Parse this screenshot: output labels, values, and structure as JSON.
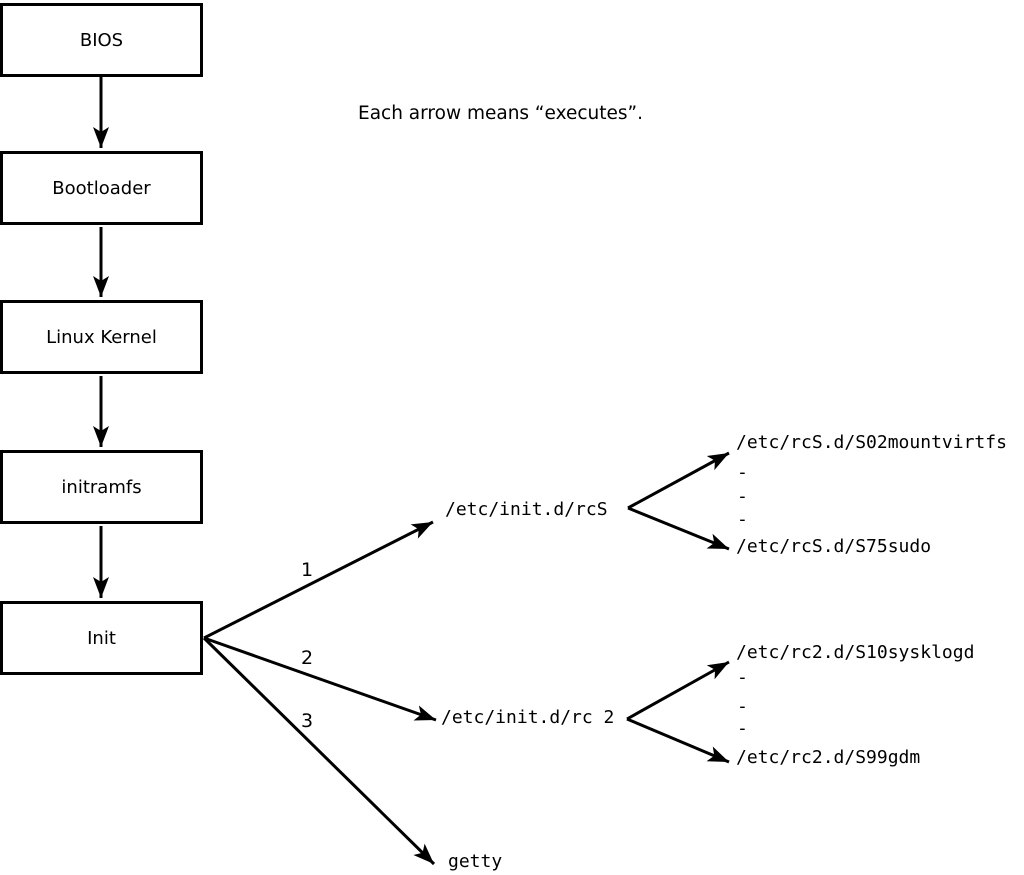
{
  "annotation": {
    "text": "Each arrow means “executes”."
  },
  "boot_chain": [
    {
      "label": "BIOS"
    },
    {
      "label": "Bootloader"
    },
    {
      "label": "Linux Kernel"
    },
    {
      "label": "initramfs"
    },
    {
      "label": "Init"
    }
  ],
  "edges": {
    "arrow1_label": "1",
    "arrow2_label": "2",
    "arrow3_label": "3"
  },
  "targets": {
    "rcS": {
      "label": "/etc/init.d/rcS",
      "first_script": "/etc/rcS.d/S02mountvirtfs",
      "dots": [
        "-",
        "-",
        "-"
      ],
      "last_script": "/etc/rcS.d/S75sudo"
    },
    "rc2": {
      "label": "/etc/init.d/rc 2",
      "first_script": "/etc/rc2.d/S10sysklogd",
      "dots": [
        "-",
        "-",
        "-"
      ],
      "last_script": "/etc/rc2.d/S99gdm"
    },
    "getty": {
      "label": "getty"
    }
  }
}
